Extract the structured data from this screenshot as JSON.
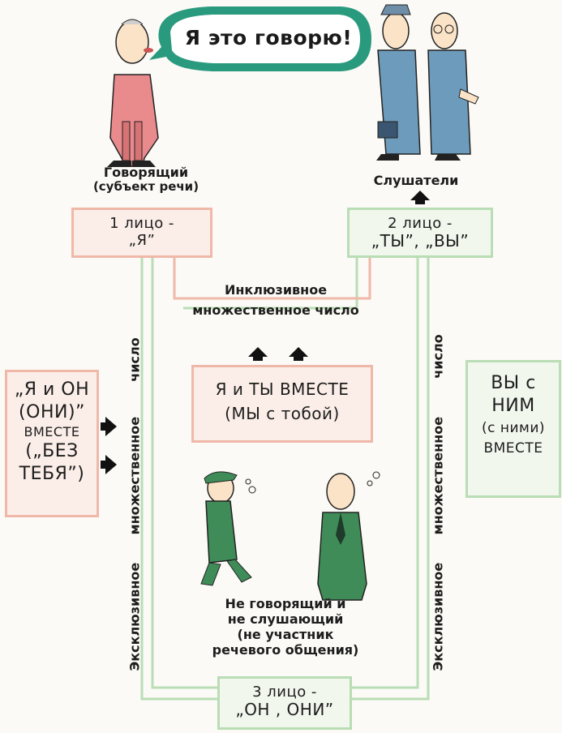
{
  "speech_bubble": "Я это говорю!",
  "speaker_label": [
    "Говорящий",
    "(субъект речи)"
  ],
  "listeners_label": "Слушатели",
  "first_person": [
    "1 лицо -",
    "„Я”"
  ],
  "second_person": [
    "2 лицо -",
    "„ТЫ”, „ВЫ”"
  ],
  "inclusive_label": [
    "Инклюзивное",
    "множественное число"
  ],
  "ya_i_ty": [
    "Я и ТЫ ВМЕСТЕ",
    "(МЫ с тобой)"
  ],
  "ya_i_on": [
    "„Я и ОН",
    "(ОНИ)”",
    "ВМЕСТЕ",
    "(„БЕЗ",
    "ТЕБЯ”)"
  ],
  "vy_s_nim": [
    "ВЫ с",
    "НИМ",
    "(с ними)",
    "ВМЕСТЕ"
  ],
  "exclusive_left": [
    "Эксклюзивное",
    "множественное",
    "число"
  ],
  "exclusive_right": [
    "Эксклюзивное",
    "множественное",
    "число"
  ],
  "third_person_desc": [
    "Не говорящий и",
    "не слушающий",
    "(не участник",
    "речевого общения)"
  ],
  "third_person": [
    "3 лицо -",
    "„ОН , ОНИ”"
  ],
  "colors": {
    "pink": "#f0b8a8",
    "green": "#b9ddb4",
    "pink_fill": "#fbeee8",
    "green_fill": "#f2f7ee",
    "bubble": "#2a9a7e"
  }
}
